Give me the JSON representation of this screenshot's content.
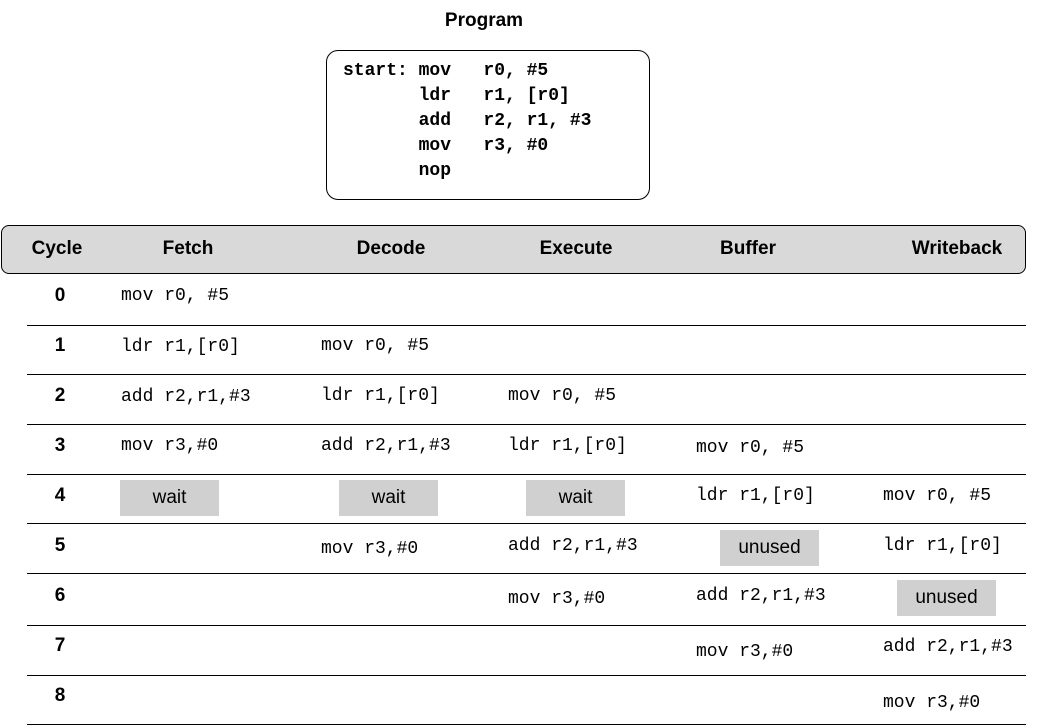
{
  "program": {
    "title": "Program",
    "lines": [
      "start: mov   r0, #5",
      "       ldr   r1, [r0]",
      "       add   r2, r1, #3",
      "       mov   r3, #0",
      "       nop"
    ]
  },
  "table": {
    "headers": [
      "Cycle",
      "Fetch",
      "Decode",
      "Execute",
      "Buffer",
      "Writeback"
    ],
    "rows": [
      {
        "cycle": "0",
        "fetch": "mov r0, #5",
        "decode": "",
        "execute": "",
        "buffer": "",
        "writeback": ""
      },
      {
        "cycle": "1",
        "fetch": "ldr r1,[r0]",
        "decode": "mov r0, #5",
        "execute": "",
        "buffer": "",
        "writeback": ""
      },
      {
        "cycle": "2",
        "fetch": "add r2,r1,#3",
        "decode": "ldr r1,[r0]",
        "execute": "mov r0, #5",
        "buffer": "",
        "writeback": ""
      },
      {
        "cycle": "3",
        "fetch": "mov r3,#0",
        "decode": "add r2,r1,#3",
        "execute": "ldr r1,[r0]",
        "buffer": "mov r0, #5",
        "writeback": ""
      },
      {
        "cycle": "4",
        "fetch": "wait",
        "decode": "wait",
        "execute": "wait",
        "buffer": "ldr r1,[r0]",
        "writeback": "mov r0, #5"
      },
      {
        "cycle": "5",
        "fetch": "",
        "decode": "mov r3,#0",
        "execute": "add r2,r1,#3",
        "buffer": "unused",
        "writeback": "ldr r1,[r0]"
      },
      {
        "cycle": "6",
        "fetch": "",
        "decode": "",
        "execute": "mov r3,#0",
        "buffer": "add r2,r1,#3",
        "writeback": "unused"
      },
      {
        "cycle": "7",
        "fetch": "",
        "decode": "",
        "execute": "",
        "buffer": "mov r3,#0",
        "writeback": "add r2,r1,#3"
      },
      {
        "cycle": "8",
        "fetch": "",
        "decode": "",
        "execute": "",
        "buffer": "",
        "writeback": "mov r3,#0"
      }
    ]
  },
  "colors": {
    "header_background": "#d9d9d9",
    "status_box": "#d0d0d0"
  }
}
